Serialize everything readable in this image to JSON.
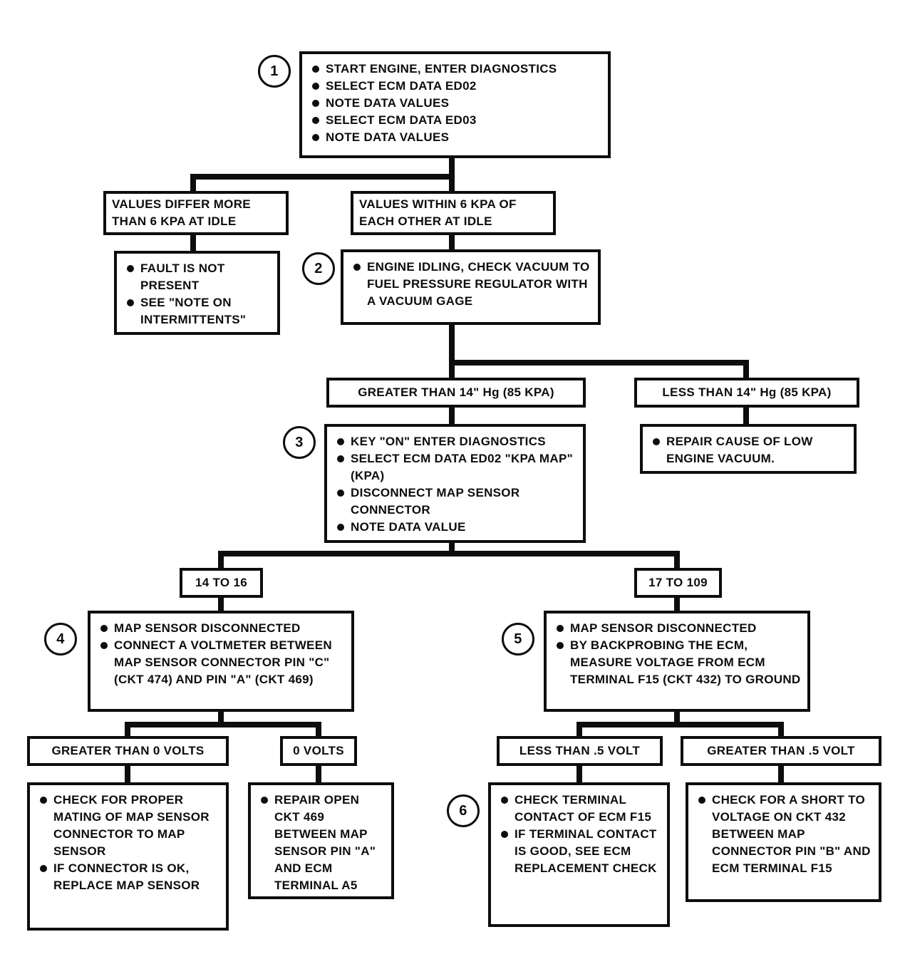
{
  "diagram": {
    "type": "flowchart",
    "line_color": "#0d0d0d",
    "background_color": "#ffffff",
    "nodes": {
      "step1": {
        "number": "1",
        "bullets": [
          "START ENGINE, ENTER DIAGNOSTICS",
          "SELECT ECM DATA ED02",
          "NOTE DATA VALUES",
          "SELECT ECM DATA ED03",
          "NOTE DATA VALUES"
        ]
      },
      "values_differ": {
        "label": "VALUES DIFFER MORE THAN 6 KPA AT IDLE"
      },
      "values_within": {
        "label": "VALUES WITHIN 6 KPA OF EACH OTHER AT IDLE"
      },
      "fault_not_present": {
        "bullets": [
          "FAULT IS NOT PRESENT",
          "SEE \"NOTE ON INTERMITTENTS\""
        ]
      },
      "step2": {
        "number": "2",
        "bullets": [
          "ENGINE IDLING, CHECK VACUUM TO FUEL PRESSURE REGULATOR WITH A VACUUM GAGE"
        ]
      },
      "greater_14": {
        "label": "GREATER THAN 14\" Hg (85 KPA)"
      },
      "less_14": {
        "label": "LESS THAN 14\" Hg (85 KPA)"
      },
      "step3": {
        "number": "3",
        "bullets": [
          "KEY \"ON\" ENTER DIAGNOSTICS",
          "SELECT ECM DATA ED02 \"KPA MAP\" (KPA)",
          "DISCONNECT MAP SENSOR CONNECTOR",
          "NOTE DATA VALUE"
        ]
      },
      "repair_vacuum": {
        "bullets": [
          "REPAIR CAUSE OF LOW ENGINE VACUUM."
        ]
      },
      "range_14_16": {
        "label": "14 TO 16"
      },
      "range_17_109": {
        "label": "17 TO 109"
      },
      "step4": {
        "number": "4",
        "bullets": [
          "MAP SENSOR DISCONNECTED",
          "CONNECT A VOLTMETER BETWEEN MAP SENSOR CONNECTOR PIN \"C\" (CKT 474) AND PIN \"A\" (CKT 469)"
        ]
      },
      "step5": {
        "number": "5",
        "bullets": [
          "MAP SENSOR DISCONNECTED",
          "BY BACKPROBING THE ECM, MEASURE VOLTAGE FROM ECM TERMINAL F15 (CKT 432) TO GROUND"
        ]
      },
      "greater_0v": {
        "label": "GREATER THAN 0 VOLTS"
      },
      "zero_volts": {
        "label": "0 VOLTS"
      },
      "less_half_volt": {
        "label": "LESS THAN .5 VOLT"
      },
      "greater_half_volt": {
        "label": "GREATER THAN .5 VOLT"
      },
      "check_mating": {
        "bullets": [
          "CHECK FOR PROPER MATING OF MAP SENSOR CONNECTOR TO MAP SENSOR",
          "IF CONNECTOR IS OK, REPLACE MAP SENSOR"
        ]
      },
      "repair_open": {
        "bullets": [
          "REPAIR OPEN CKT 469 BETWEEN MAP SENSOR PIN \"A\" AND ECM TERMINAL A5"
        ]
      },
      "step6": {
        "number": "6",
        "bullets": [
          "CHECK TERMINAL CONTACT OF ECM F15",
          "IF TERMINAL CONTACT IS GOOD, SEE ECM REPLACEMENT CHECK"
        ]
      },
      "check_short": {
        "bullets": [
          "CHECK FOR A SHORT TO VOLTAGE ON CKT 432 BETWEEN MAP CONNECTOR PIN \"B\" AND ECM TERMINAL F15"
        ]
      }
    }
  }
}
